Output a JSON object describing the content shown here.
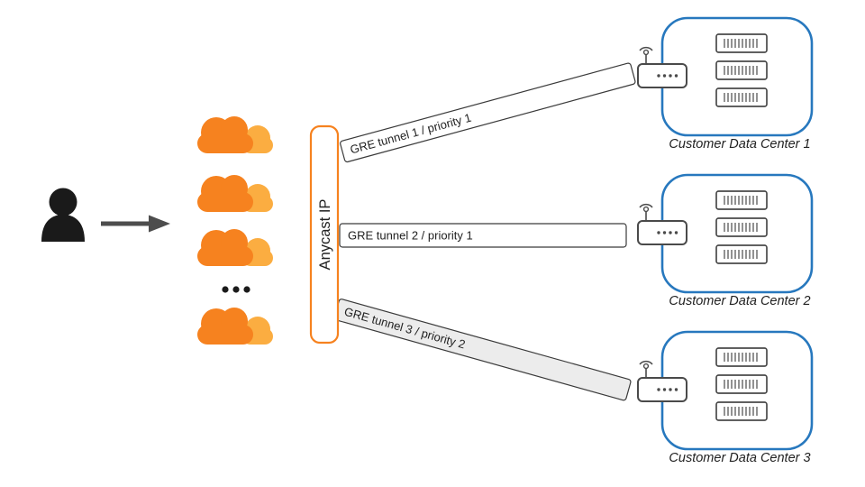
{
  "anycast": {
    "label": "Anycast IP"
  },
  "tunnels": [
    {
      "label": "GRE tunnel 1 / priority 1",
      "state": "active"
    },
    {
      "label": "GRE tunnel 2 / priority 1",
      "state": "active"
    },
    {
      "label": "GRE tunnel 3 / priority 2",
      "state": "backup"
    }
  ],
  "datacenters": [
    {
      "label": "Customer Data Center 1"
    },
    {
      "label": "Customer Data Center 2"
    },
    {
      "label": "Customer Data Center 3"
    }
  ],
  "icons": {
    "user": "user-silhouette-icon",
    "arrow": "right-arrow-icon",
    "cloud": "cloudflare-cloud-icon",
    "ellipsis": "ellipsis-icon",
    "router": "router-icon",
    "server": "server-icon"
  },
  "colors": {
    "cloud_orange": "#F6821F",
    "cloud_light_orange": "#FBAD41",
    "anycast_border": "#F6821F",
    "datacenter_border": "#2778BE",
    "tunnel_border": "#3A3A3A",
    "tunnel_active_fill": "#FFFFFF",
    "tunnel_backup_fill": "#ECECEC",
    "icon_dark": "#1A1A1A",
    "arrow_gray": "#4D4D4D",
    "hardware_stroke": "#4A4A4A",
    "label_text": "#222222"
  }
}
